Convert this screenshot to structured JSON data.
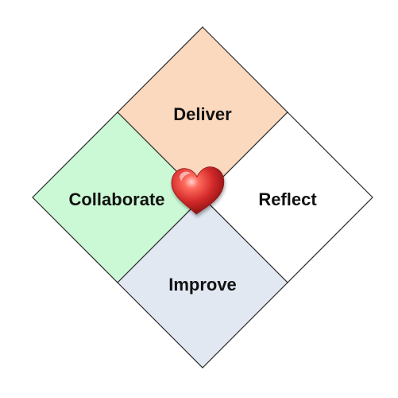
{
  "diagram": {
    "quadrants": {
      "top": {
        "label": "Deliver",
        "color": "#fbd9bf"
      },
      "left": {
        "label": "Collaborate",
        "color": "#ccf9d5"
      },
      "right": {
        "label": "Reflect",
        "color": "#ffffff"
      },
      "bottom": {
        "label": "Improve",
        "color": "#e1e8f2"
      }
    },
    "outline_color": "#2a2a2a",
    "center_icon": "heart-icon",
    "heart_color": "#d42a2a"
  }
}
